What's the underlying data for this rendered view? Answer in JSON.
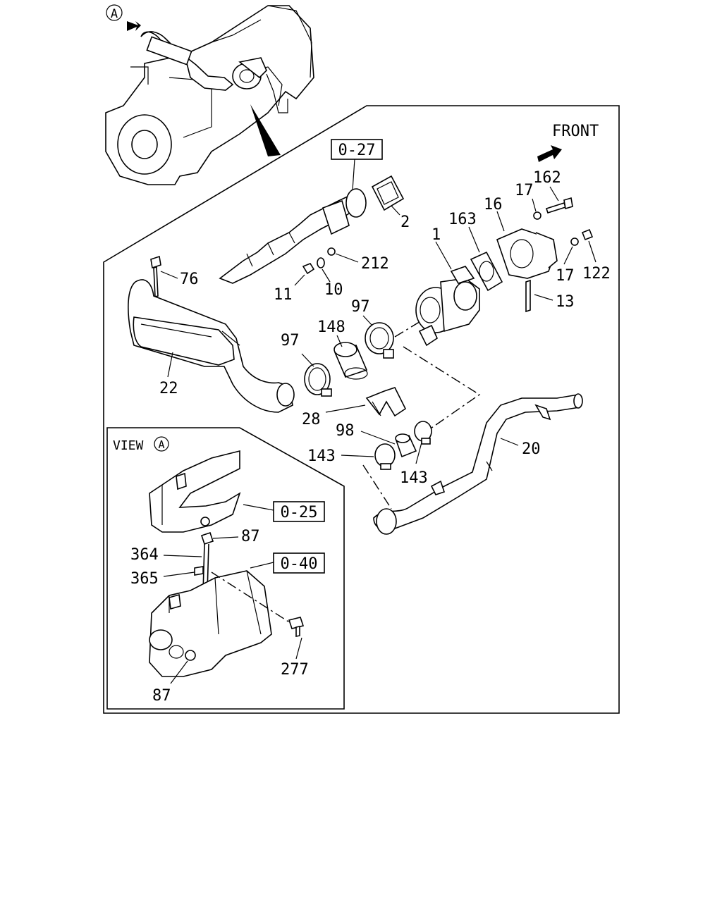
{
  "view_marker": "A",
  "front_label": "FRONT",
  "view_label": "VIEW",
  "view_marker_2": "A",
  "refs": {
    "r027": "0-27",
    "r025": "0-25",
    "r040": "0-40"
  },
  "callouts": {
    "c2": "2",
    "c1": "1",
    "c163": "163",
    "c16": "16",
    "c17a": "17",
    "c162": "162",
    "c17b": "17",
    "c122": "122",
    "c13": "13",
    "c212": "212",
    "c10": "10",
    "c11": "11",
    "c76": "76",
    "c22": "22",
    "c97a": "97",
    "c148": "148",
    "c97b": "97",
    "c28": "28",
    "c98": "98",
    "c143a": "143",
    "c143b": "143",
    "c20": "20",
    "c87a": "87",
    "c364": "364",
    "c365": "365",
    "c277": "277",
    "c87b": "87"
  }
}
